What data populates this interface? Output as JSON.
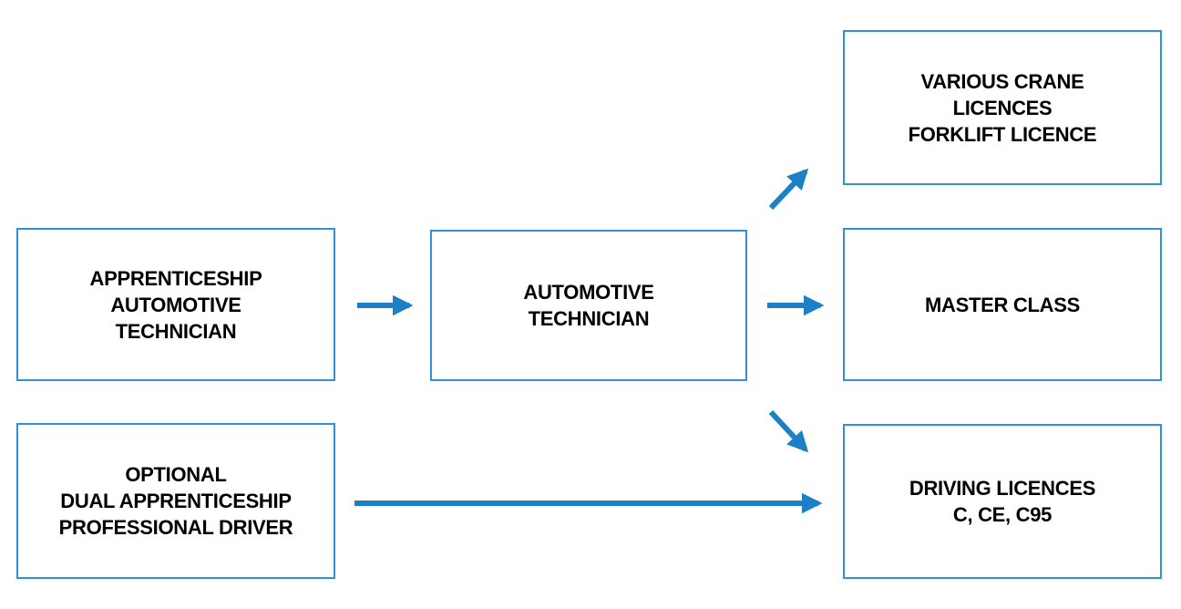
{
  "diagram": {
    "boxes": [
      {
        "id": "apprenticeship-automotive-technician",
        "label": "APPRENTICESHIP\nAUTOMOTIVE\nTECHNICIAN"
      },
      {
        "id": "optional-dual-apprenticeship-professional-driver",
        "label": "OPTIONAL\nDUAL APPRENTICESHIP\nPROFESSIONAL DRIVER"
      },
      {
        "id": "automotive-technician",
        "label": "AUTOMOTIVE\nTECHNICIAN"
      },
      {
        "id": "various-crane-licences-forklift-licence",
        "label": "VARIOUS CRANE\nLICENCES\nFORKLIFT LICENCE"
      },
      {
        "id": "master-class",
        "label": "MASTER CLASS"
      },
      {
        "id": "driving-licences-c-ce-c95",
        "label": "DRIVING LICENCES\nC, CE, C95"
      }
    ],
    "arrows": [
      {
        "from": "apprenticeship-automotive-technician",
        "to": "automotive-technician"
      },
      {
        "from": "automotive-technician",
        "to": "various-crane-licences-forklift-licence"
      },
      {
        "from": "automotive-technician",
        "to": "master-class"
      },
      {
        "from": "automotive-technician",
        "to": "driving-licences-c-ce-c95"
      },
      {
        "from": "optional-dual-apprenticeship-professional-driver",
        "to": "driving-licences-c-ce-c95"
      }
    ],
    "colors": {
      "box_border": "#2E93D3",
      "arrow": "#1B80C4",
      "background": "#FFFFFF",
      "text": "#000000"
    }
  }
}
